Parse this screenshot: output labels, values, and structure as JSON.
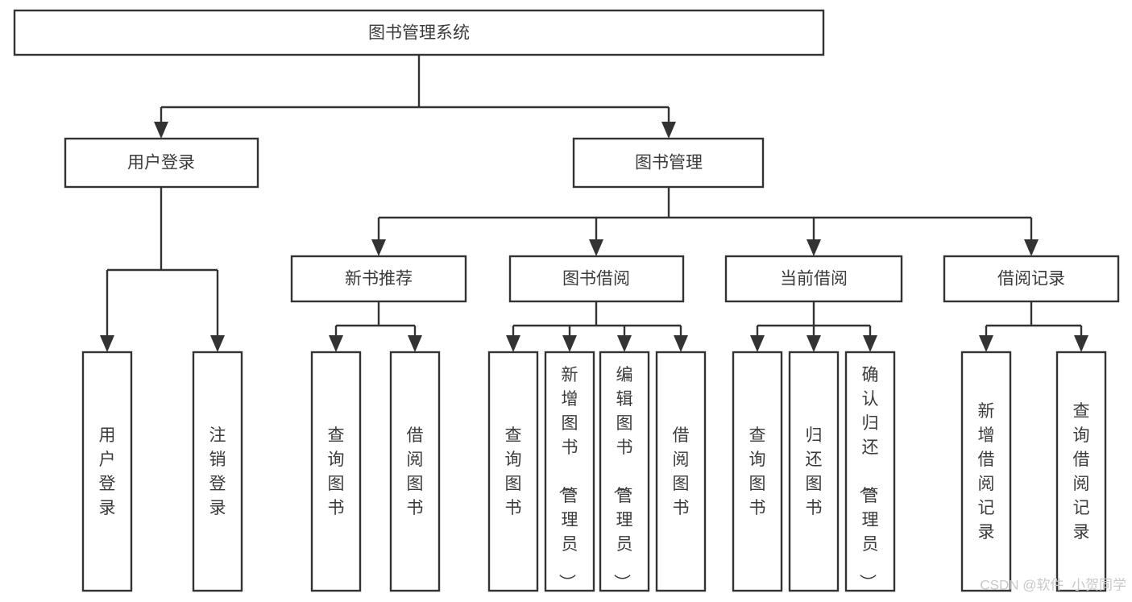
{
  "diagram": {
    "type": "tree",
    "title": "图书管理系统",
    "orientation": "top-down",
    "colors": {
      "box_fill": "#ffffff",
      "box_stroke": "#333333",
      "text": "#3b3b3b",
      "background": "#ffffff",
      "watermark": "#c9c9c9"
    },
    "root": {
      "label": "图书管理系统"
    },
    "level2": [
      {
        "label": "用户登录"
      },
      {
        "label": "图书管理"
      }
    ],
    "level3": [
      {
        "label": "新书推荐"
      },
      {
        "label": "图书借阅"
      },
      {
        "label": "当前借阅"
      },
      {
        "label": "借阅记录"
      }
    ],
    "leaves": {
      "user_login": [
        {
          "label": "用户登录"
        },
        {
          "label": "注销登录"
        }
      ],
      "new_book_recommend": [
        {
          "label": "查询图书"
        },
        {
          "label": "借阅图书"
        }
      ],
      "book_borrow": [
        {
          "label": "查询图书"
        },
        {
          "label": "新增图书（管理员）"
        },
        {
          "label": "编辑图书（管理员）"
        },
        {
          "label": "借阅图书"
        }
      ],
      "current_borrow": [
        {
          "label": "查询图书"
        },
        {
          "label": "归还图书"
        },
        {
          "label": "确认归还（管理员）"
        }
      ],
      "borrow_record": [
        {
          "label": "新增借阅记录"
        },
        {
          "label": "查询借阅记录"
        }
      ]
    }
  },
  "watermark": {
    "text": "CSDN @软件_小贺同学"
  }
}
